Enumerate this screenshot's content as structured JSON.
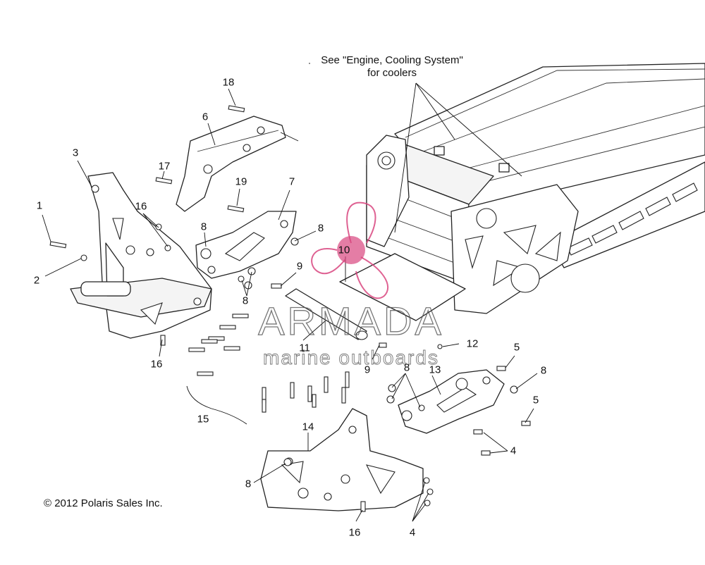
{
  "note": {
    "line1": "See \"Engine, Cooling System\"",
    "line2": "for coolers"
  },
  "copyright": "© 2012 Polaris Sales Inc.",
  "watermark": {
    "brand": "ARMADA",
    "tagline": "marine outboards",
    "color": "#d9467f"
  },
  "callouts": [
    "1",
    "2",
    "3",
    "4",
    "4",
    "5",
    "5",
    "6",
    "7",
    "8",
    "8",
    "8",
    "8",
    "8",
    "8",
    "9",
    "9",
    "10",
    "11",
    "12",
    "13",
    "14",
    "15",
    "16",
    "16",
    "16",
    "17",
    "18",
    "19"
  ]
}
